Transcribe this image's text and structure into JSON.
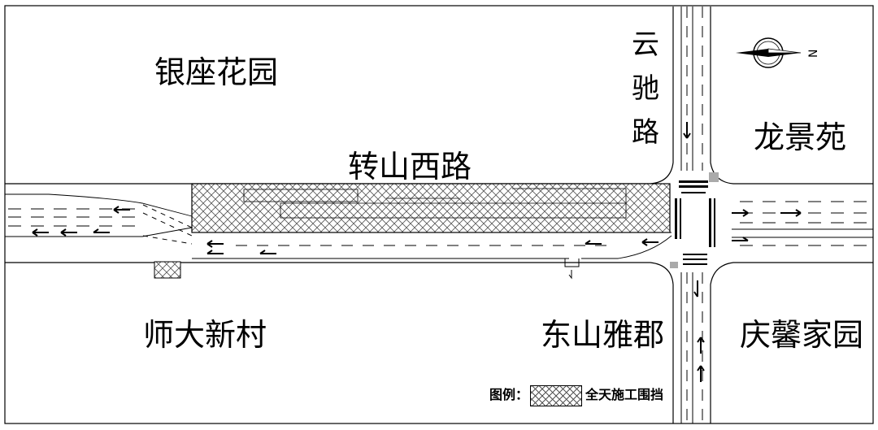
{
  "areas": {
    "nw": "银座花园",
    "ne": "龙景苑",
    "sw": "师大新村",
    "s_center": "东山雅郡",
    "se": "庆馨家园"
  },
  "roads": {
    "main": "转山西路",
    "cross_chars": [
      "云",
      "驰",
      "路"
    ]
  },
  "legend": {
    "prefix": "图例：",
    "label": "全天施工围挡"
  },
  "compass": {
    "north_letter": "N"
  },
  "colors": {
    "hatch": "#555555",
    "line": "#000000",
    "background": "#ffffff"
  }
}
